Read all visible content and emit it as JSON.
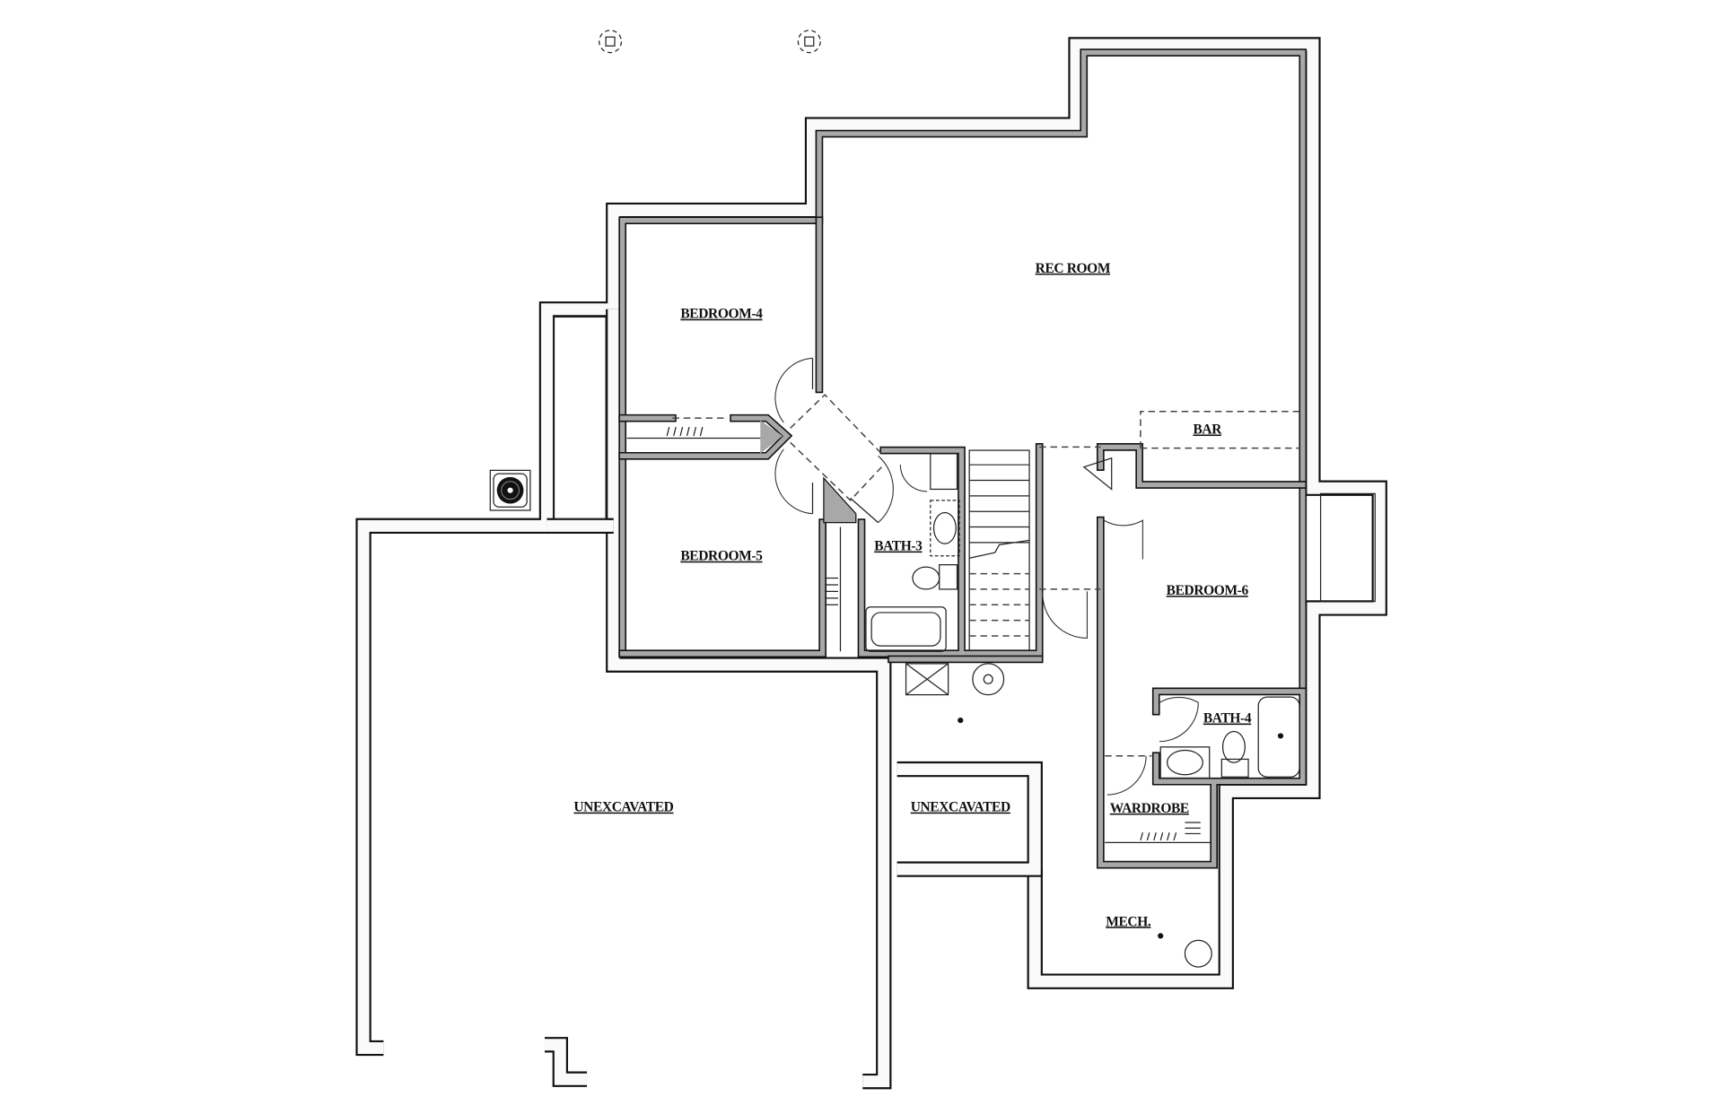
{
  "plan": {
    "rooms": {
      "rec_room": "REC ROOM",
      "bedroom_4": "BEDROOM-4",
      "bedroom_5": "BEDROOM-5",
      "bath_3": "BATH-3",
      "bar": "BAR",
      "bedroom_6": "BEDROOM-6",
      "bath_4": "BATH-4",
      "wardrobe": "WARDROBE",
      "unexcavated_main": "UNEXCAVATED",
      "unexcavated_small": "UNEXCAVATED",
      "mech": "MECH."
    },
    "colors": {
      "wall_fill": "#a8a8a8",
      "line": "#111111",
      "background": "#ffffff"
    }
  }
}
